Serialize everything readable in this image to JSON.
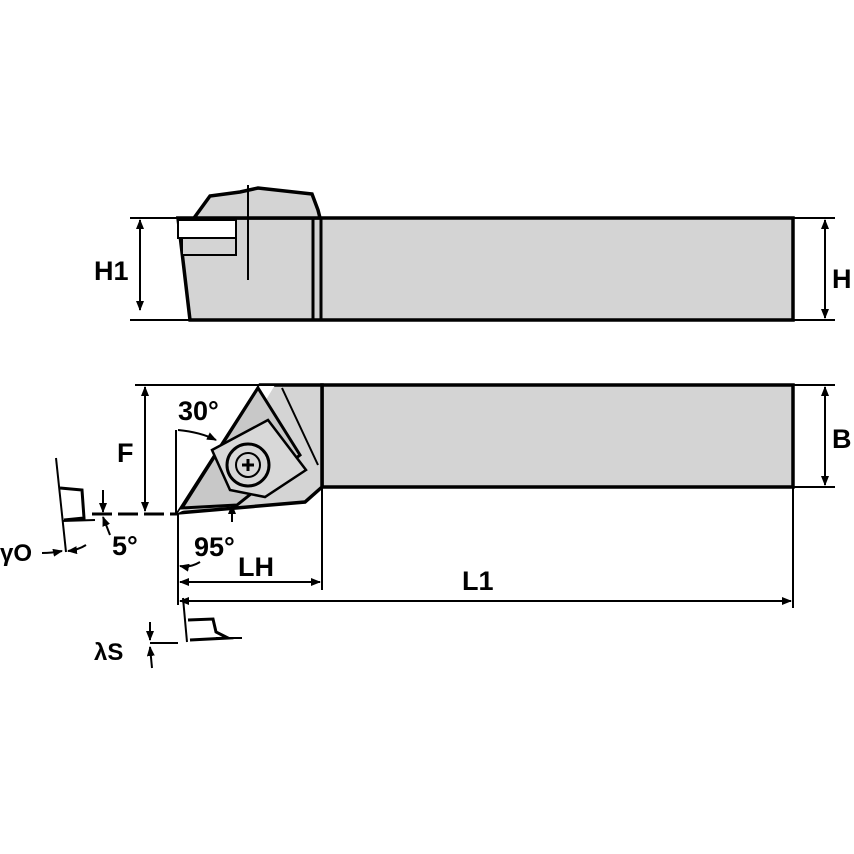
{
  "labels": {
    "H1": "H1",
    "H": "H",
    "F": "F",
    "B": "B",
    "angle_30": "30°",
    "angle_5": "5°",
    "angle_95": "95°",
    "LH": "LH",
    "L1": "L1",
    "gamma_o": "γO",
    "lambda_s": "λS"
  },
  "colors": {
    "body_fill": "#d4d4d4",
    "line": "#000000"
  }
}
